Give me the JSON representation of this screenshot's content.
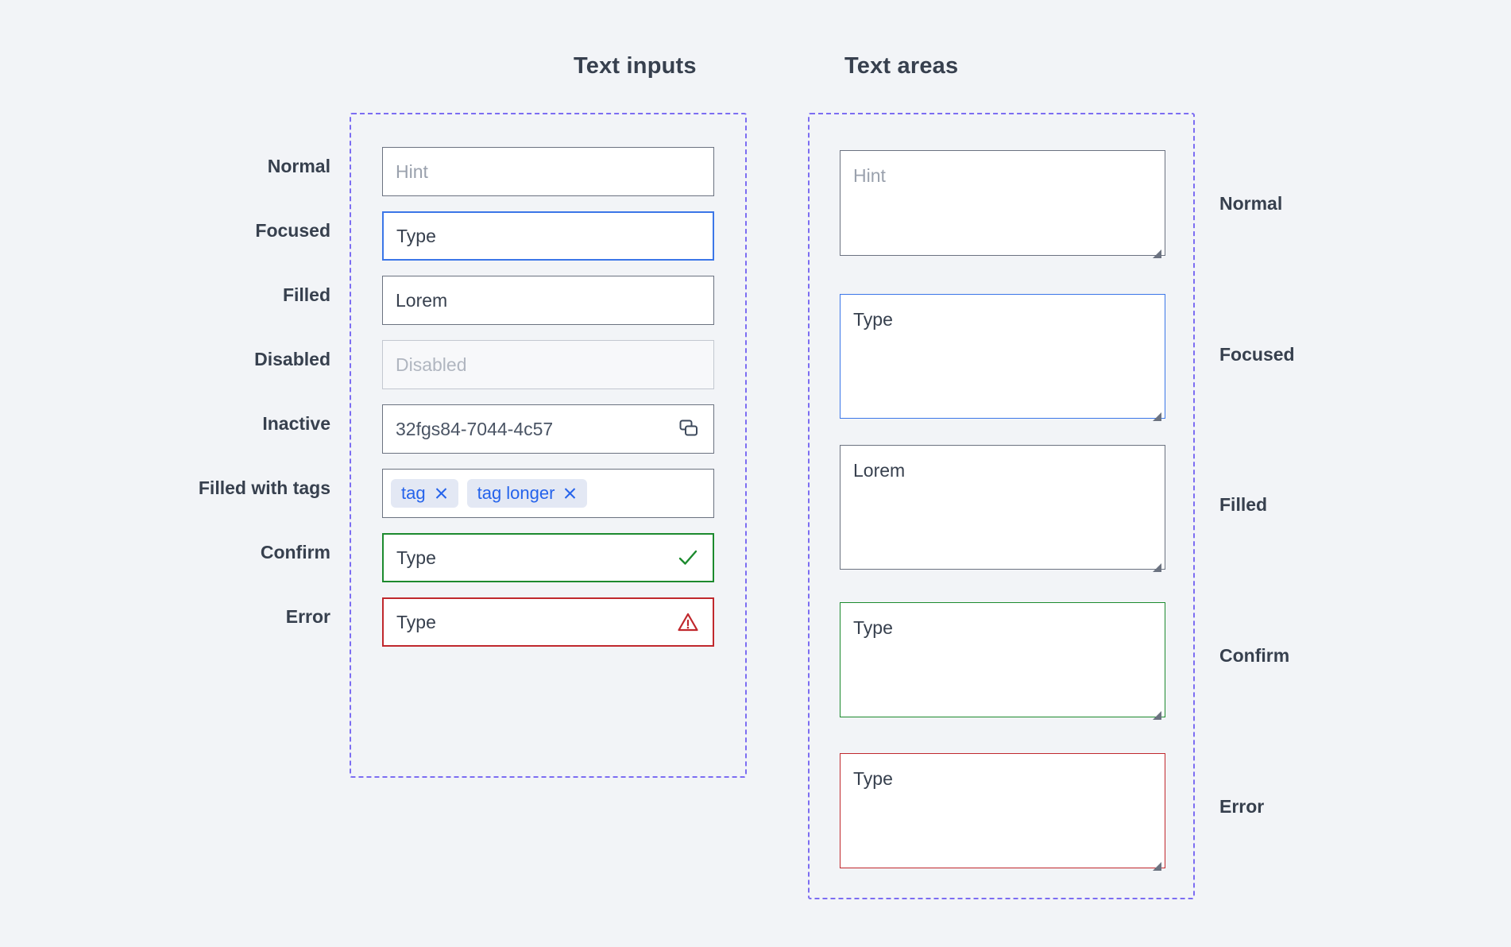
{
  "headings": {
    "text_inputs": "Text inputs",
    "text_areas": "Text areas"
  },
  "colors": {
    "page_background": "#f2f4f7",
    "frame_dashed": "#7c6df2",
    "heading_text": "#37404e",
    "label_text": "#37404e",
    "border_default": "#6b7280",
    "border_focus": "#3b76e8",
    "border_disabled": "#c3c8d0",
    "border_confirm": "#1c8a2e",
    "border_error": "#c0282d",
    "placeholder_text": "#9aa1ad",
    "value_text": "#37404e",
    "tag_background": "#e3e8f4",
    "tag_text": "#2563eb",
    "field_background": "#ffffff",
    "disabled_background": "#f7f8fa"
  },
  "text_inputs": [
    {
      "label": "Normal",
      "state": "normal",
      "placeholder": "Hint",
      "value": "",
      "icon": ""
    },
    {
      "label": "Focused",
      "state": "focused",
      "placeholder": "",
      "value": "Type",
      "icon": ""
    },
    {
      "label": "Filled",
      "state": "filled",
      "placeholder": "",
      "value": "Lorem",
      "icon": ""
    },
    {
      "label": "Disabled",
      "state": "disabled",
      "placeholder": "Disabled",
      "value": "",
      "icon": ""
    },
    {
      "label": "Inactive",
      "state": "inactive",
      "placeholder": "",
      "value": "32fgs84-7044-4c57",
      "icon": "copy-icon"
    },
    {
      "label": "Filled with tags",
      "state": "tags",
      "placeholder": "",
      "value": "",
      "icon": "",
      "tags": [
        "tag",
        "tag longer"
      ]
    },
    {
      "label": "Confirm",
      "state": "confirm",
      "placeholder": "",
      "value": "Type",
      "icon": "check-icon"
    },
    {
      "label": "Error",
      "state": "error",
      "placeholder": "",
      "value": "Type",
      "icon": "warning-icon"
    }
  ],
  "text_areas": [
    {
      "label": "Normal",
      "state": "normal",
      "placeholder": "Hint",
      "value": "",
      "resize_handle": "resize-grip-icon"
    },
    {
      "label": "Focused",
      "state": "focused",
      "placeholder": "",
      "value": "Type",
      "resize_handle": "resize-grip-icon"
    },
    {
      "label": "Filled",
      "state": "filled",
      "placeholder": "",
      "value": "Lorem",
      "resize_handle": "resize-grip-icon"
    },
    {
      "label": "Confirm",
      "state": "confirm",
      "placeholder": "",
      "value": "Type",
      "resize_handle": "resize-grip-icon"
    },
    {
      "label": "Error",
      "state": "error",
      "placeholder": "",
      "value": "Type",
      "resize_handle": "resize-grip-icon"
    }
  ]
}
